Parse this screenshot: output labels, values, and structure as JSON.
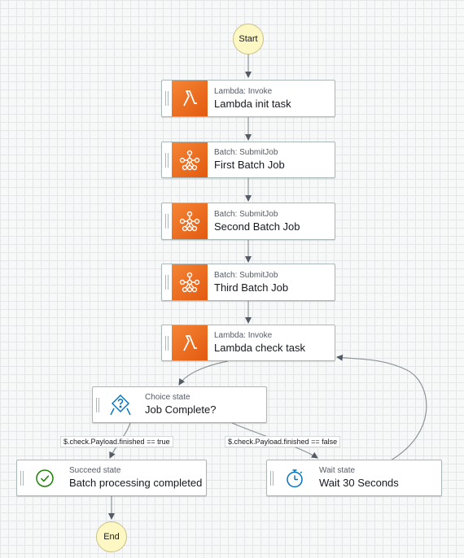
{
  "start": {
    "label": "Start"
  },
  "end": {
    "label": "End"
  },
  "states": {
    "lambda_init": {
      "type_label": "Lambda: Invoke",
      "name": "Lambda init task",
      "icon": "lambda-icon"
    },
    "first_batch": {
      "type_label": "Batch: SubmitJob",
      "name": "First Batch Job",
      "icon": "batch-icon"
    },
    "second_batch": {
      "type_label": "Batch: SubmitJob",
      "name": "Second Batch Job",
      "icon": "batch-icon"
    },
    "third_batch": {
      "type_label": "Batch: SubmitJob",
      "name": "Third Batch Job",
      "icon": "batch-icon"
    },
    "lambda_check": {
      "type_label": "Lambda: Invoke",
      "name": "Lambda check task",
      "icon": "lambda-icon"
    },
    "choice": {
      "type_label": "Choice state",
      "name": "Job Complete?",
      "icon": "choice-icon"
    },
    "succeed": {
      "type_label": "Succeed state",
      "name": "Batch processing completed",
      "icon": "checkmark-icon"
    },
    "wait": {
      "type_label": "Wait state",
      "name": "Wait 30 Seconds",
      "icon": "stopwatch-icon"
    }
  },
  "edge_labels": {
    "finished_true": "$.check.Payload.finished == true",
    "finished_false": "$.check.Payload.finished == false"
  },
  "colors": {
    "aws_orange": "#e8701a",
    "terminal_fill": "#fdf7c4",
    "arrow": "#8d9596",
    "choice_blue": "#0073bb",
    "succeed_green": "#1d8102"
  }
}
